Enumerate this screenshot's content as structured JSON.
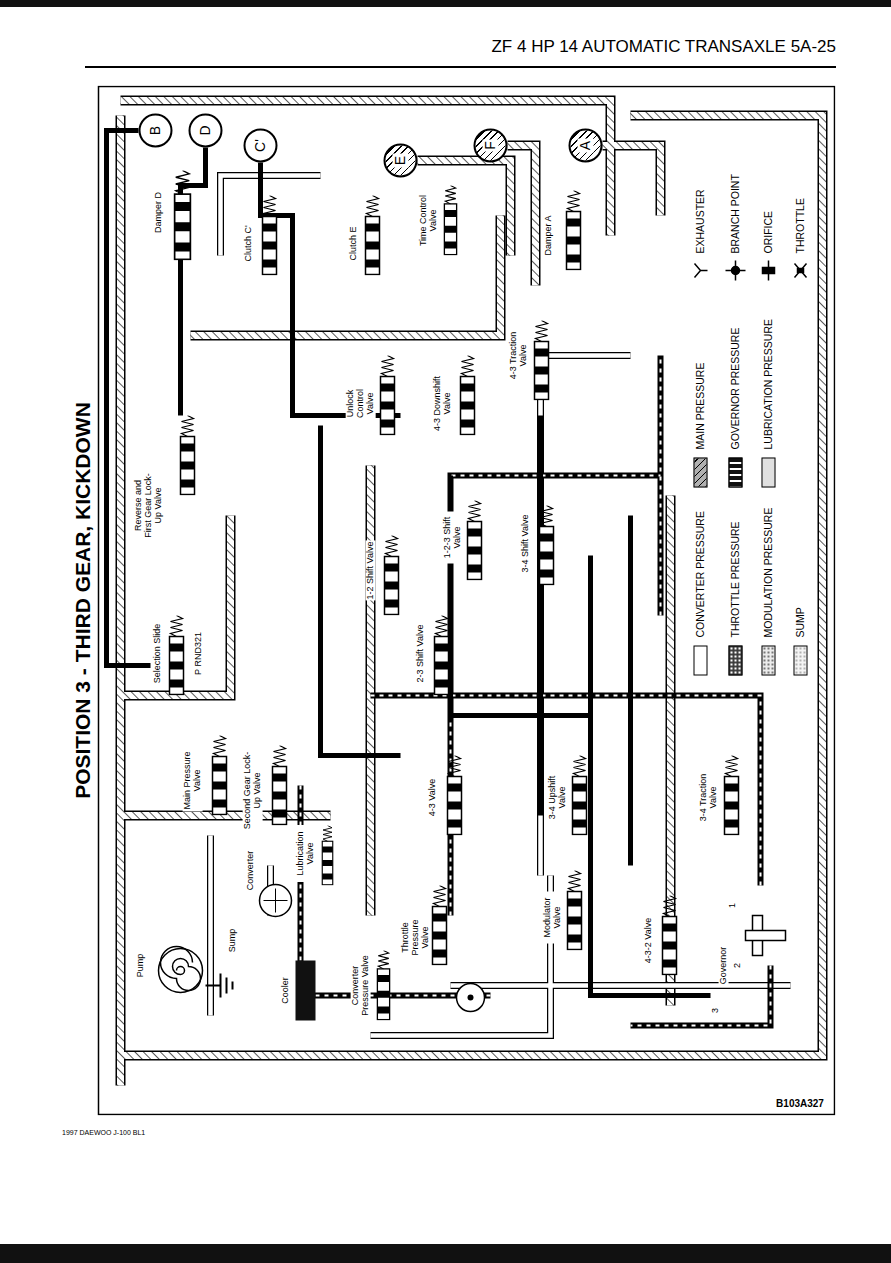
{
  "diagram": {
    "title": "POSITION 3 - THIRD GEAR, KICKDOWN",
    "nodes": [
      {
        "text": [
          "B"
        ]
      },
      {
        "text": [
          "D"
        ]
      },
      {
        "text": [
          "C'"
        ]
      },
      {
        "text": [
          "E"
        ]
      },
      {
        "text": [
          "F"
        ]
      },
      {
        "text": [
          "A"
        ]
      }
    ],
    "labels": [
      "ZF 4 HP 14 AUTOMATIC TRANSAXLE 5A-25",
      "Damper D",
      "Clutch C'",
      "Clutch E",
      "Time Control Valve",
      "Damper A",
      "4-3 Traction Valve",
      "4-3 Downshift Valve",
      "Unlock Control Valve",
      "Reverse and First Gear Lock-Up Valve",
      "1-2 Shift Valve",
      "1-2-3 Shift Valve",
      "3-4 Shift Valve",
      "2-3 Shift Valve",
      "Selection Slide",
      "P RND321",
      "Main Pressure Valve",
      "Second Gear Lock-Up Valve",
      "4-3 Valve",
      "3-4 Upshift Valve",
      "3-4 Traction Valve",
      "Pump",
      "Sump",
      "Converter",
      "Lubrication Valve",
      "Cooler",
      "Converter Pressure Valve",
      "Throttle Pressure Valve",
      "Modulator Valve",
      "4-3-2 Valve",
      "Governor",
      "1",
      "2",
      "3",
      "B103A327",
      "1997 DAEWOO J-100 BL1"
    ],
    "legend": [
      {
        "text": "CONVERTER PRESSURE",
        "color": "#ffffff"
      },
      {
        "text": "THROTTLE PRESSURE",
        "color": "#3a3a3a"
      },
      {
        "text": "MODULATION PRESSURE",
        "color": "#ececec"
      },
      {
        "text": "SUMP",
        "color": "#f4f4f4"
      },
      {
        "text": "MAIN PRESSURE",
        "color": "#b0b0b0"
      },
      {
        "text": "GOVERNOR PRESSURE",
        "color": "#111111"
      },
      {
        "text": "LUBRICATION PRESSURE",
        "color": "#e0e0e0"
      },
      {
        "text": "EXHAUSTER"
      },
      {
        "text": "BRANCH POINT"
      },
      {
        "text": "ORIFICE"
      },
      {
        "text": "THROTTLE"
      }
    ]
  }
}
